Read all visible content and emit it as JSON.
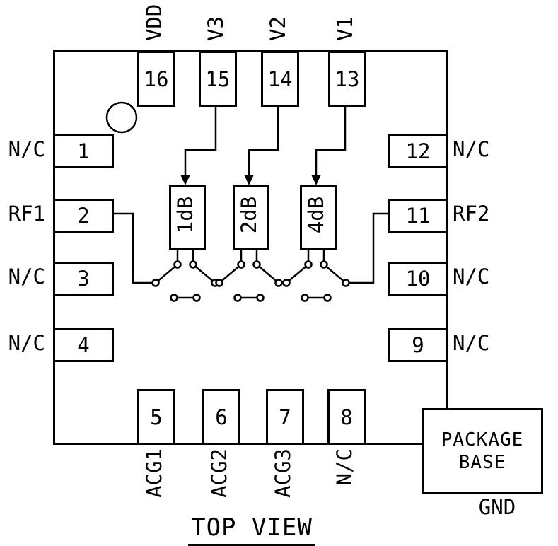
{
  "title": "TOP VIEW",
  "pins": {
    "top": [
      {
        "number": "16",
        "label": "VDD"
      },
      {
        "number": "15",
        "label": "V3"
      },
      {
        "number": "14",
        "label": "V2"
      },
      {
        "number": "13",
        "label": "V1"
      }
    ],
    "left": [
      {
        "number": "1",
        "label": "N/C"
      },
      {
        "number": "2",
        "label": "RF1"
      },
      {
        "number": "3",
        "label": "N/C"
      },
      {
        "number": "4",
        "label": "N/C"
      }
    ],
    "right": [
      {
        "number": "12",
        "label": "N/C"
      },
      {
        "number": "11",
        "label": "RF2"
      },
      {
        "number": "10",
        "label": "N/C"
      },
      {
        "number": "9",
        "label": "N/C"
      }
    ],
    "bottom": [
      {
        "number": "5",
        "label": "ACG1"
      },
      {
        "number": "6",
        "label": "ACG2"
      },
      {
        "number": "7",
        "label": "ACG3"
      },
      {
        "number": "8",
        "label": "N/C"
      }
    ]
  },
  "attenuators": [
    {
      "label": "1dB"
    },
    {
      "label": "2dB"
    },
    {
      "label": "4dB"
    }
  ],
  "package": {
    "base_line1": "PACKAGE",
    "base_line2": "BASE",
    "ground_label": "GND"
  },
  "colors": {
    "line": "#000000",
    "background": "#ffffff"
  }
}
